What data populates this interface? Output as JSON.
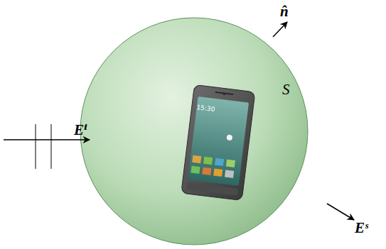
{
  "diagram": {
    "labels": [
      "n̂",
      "S",
      "Eⁱ",
      "Eˢ",
      "15:30"
    ]
  }
}
